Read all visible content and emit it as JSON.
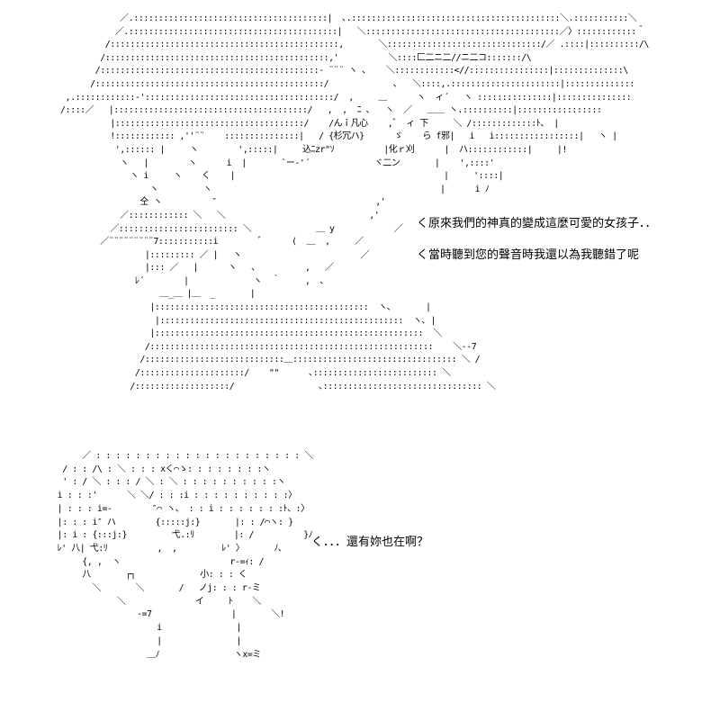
{
  "dialogue": {
    "line1": "く原來我們的神真的變成這麼可愛的女孩子．．",
    "line2": "く當時聽到您的聲音時我還以為我聽錯了呢",
    "line3": "く．．．還有妳也在啊？"
  },
  "artwork": {
    "top": "              ／.:::::::::::::::::::::::::::::::::::::::|  ､.::::::::::::::::::::::::::::::::::::::::::＼.:::::::::::＼\n             ／.::::::::::::::::::::::::::::::::::::::::::|   ＼:::::::::::::::::::::::::::::::::::::::／〉::::::::::::＾\n           /::::::::::::::::::::::::::::::::::::::::::::::,       ＼:::::::::::::::::::::::::::::::/／ .::::|::::::::::/\\\n          /:::::::::::::::::::::::::::::::::::::::::::::,'          ＼::::匚二ニ二//ニ二コ:::::::/\\\n         /::::::::::::::::::::::::::::::::::::::::::::‐ ¨¨¨ ヽ ､    ＼::::::::::::<//::::::::::::::::|::::::::::::::\\\n        /::::::::::::::::::::::::::::::::::::::::::::::/             ､   ＼::::,.::::::::::::::::::::::|::::::::::::::\n   ,.::::::::::::‐'::::::::::::::::::::::::::::::::::::::/  ,     ＿      ヽ  ィ´   ヽ :::::::::::::::|:::::::::::::::\n  /::::／   |:::::::::::::::::::::::::::::::::::::::/   ,  ,  ﾆ ､   ヽ  ／   ＿＿ ヽ.::::::::::|:::::::::::::::::\n            |::::::::::::::::::::::::::::::::::::::/    /んｉ凡心    ,゛ ィ 下     ＼ /:::::::::::::ﾄ、 |\n            !:::::::::::: ,''¨¨    :::::::::::::::|   / {杉冗ハ}      ゞ    ら f邪|   i   i:::::::::::::::::|   ヽ |\n             ',:::::: |     ヽ        ',:::::|     込ﾆzr\"ｿ          |化ｒ刈      |  ハ::::::::::::|     |!\n              ヽ   |        ヽ      i  |       `ー‐'´             ヾ二ン       |    ',::::'\n                ヽ i     ヽ    く    |                                          |     '::::|\n                    ヽ         ヽ                                              |      i ﾉ\n                  仝 ヽ          ″                                ,'      \n              ／:::::::::::: ＼   ＼                             ,'       \n            ／:::::::::::::::::::::::: ＼             ＿ y            ／\n          ／¨¨¨¨¨¨¨¨¨7:::::::::::i        ﾞ      (  ＿  ,     ／\n                   |::::::::: ／ |   ヽ                        ／\n                   |::: ／   |      ヽ   ､          ,   ／\n                 ﾚ´        |             ヽ  ｀     ,  ､\n                      ＿_＿ |＿  _       |\n                    |:::::::::::::::::::::::::::::::::::::::::::  ヽ､       |\n                     |:::::::::::::::::::::::::::::::::::::::::::::::::  ヽ､ |\n                    |::::::::::::::::::::::::::::::::::::::::::::::::::::::  ＼\n                   /:::::::::::::::::::::::::::::::::::::::::::::::::::::::::    ＼‐‐7\n                  /::::::::::::::::::::::::::::＿::::::::::::::::::::::::::::::::: ＼ /\n                 /:::::::::::::::::::::/    \"\"      ､::::::::::::::::::::::::: ＼\n                /:::::::::::::::::::/                 ､:::::::::::::::::::::::::::::::: ＼",
    "bottom": "              ／ : : : : : : : : : : : : : : : : : : : : : ＼\n          / : : /\\ : ＼ : : : xく⌒ゝ: : : : : : : :ヽ\n          ' : / ＼ : : : / ＼ : ＼ : : : : : : : : : :ヽ\n         i : : :'      ＼ ＼/ : : :i : : : : : : : : : :〉\n         | : : : i=-        ″⌒ ヽ、 : : i : : : : : : :ﾄ、:〉\n         |: : : i″ ハ        {:::::j:}       |: : /⌒ヽ: }\n         |: i : {:::j:}         弋.:ﾘ        |: /          }ﾉ\n         ﾚ' 八| 弋:ﾘ          ,  ,         ﾚ' 〉      ﾉ､\n              {, ,  ヽ                      r-=ｨ: /\n              八       ┌┐             小: : : く\n                ＼       ＼       /   ノj: : : r-ミ\n                     ＼              イ     ﾄ    ＼\n                         ‐=7                |       ＼!\n                             i               |\n                             |               |\n                           ＿ﾉ               ヽx=ミ"
  }
}
